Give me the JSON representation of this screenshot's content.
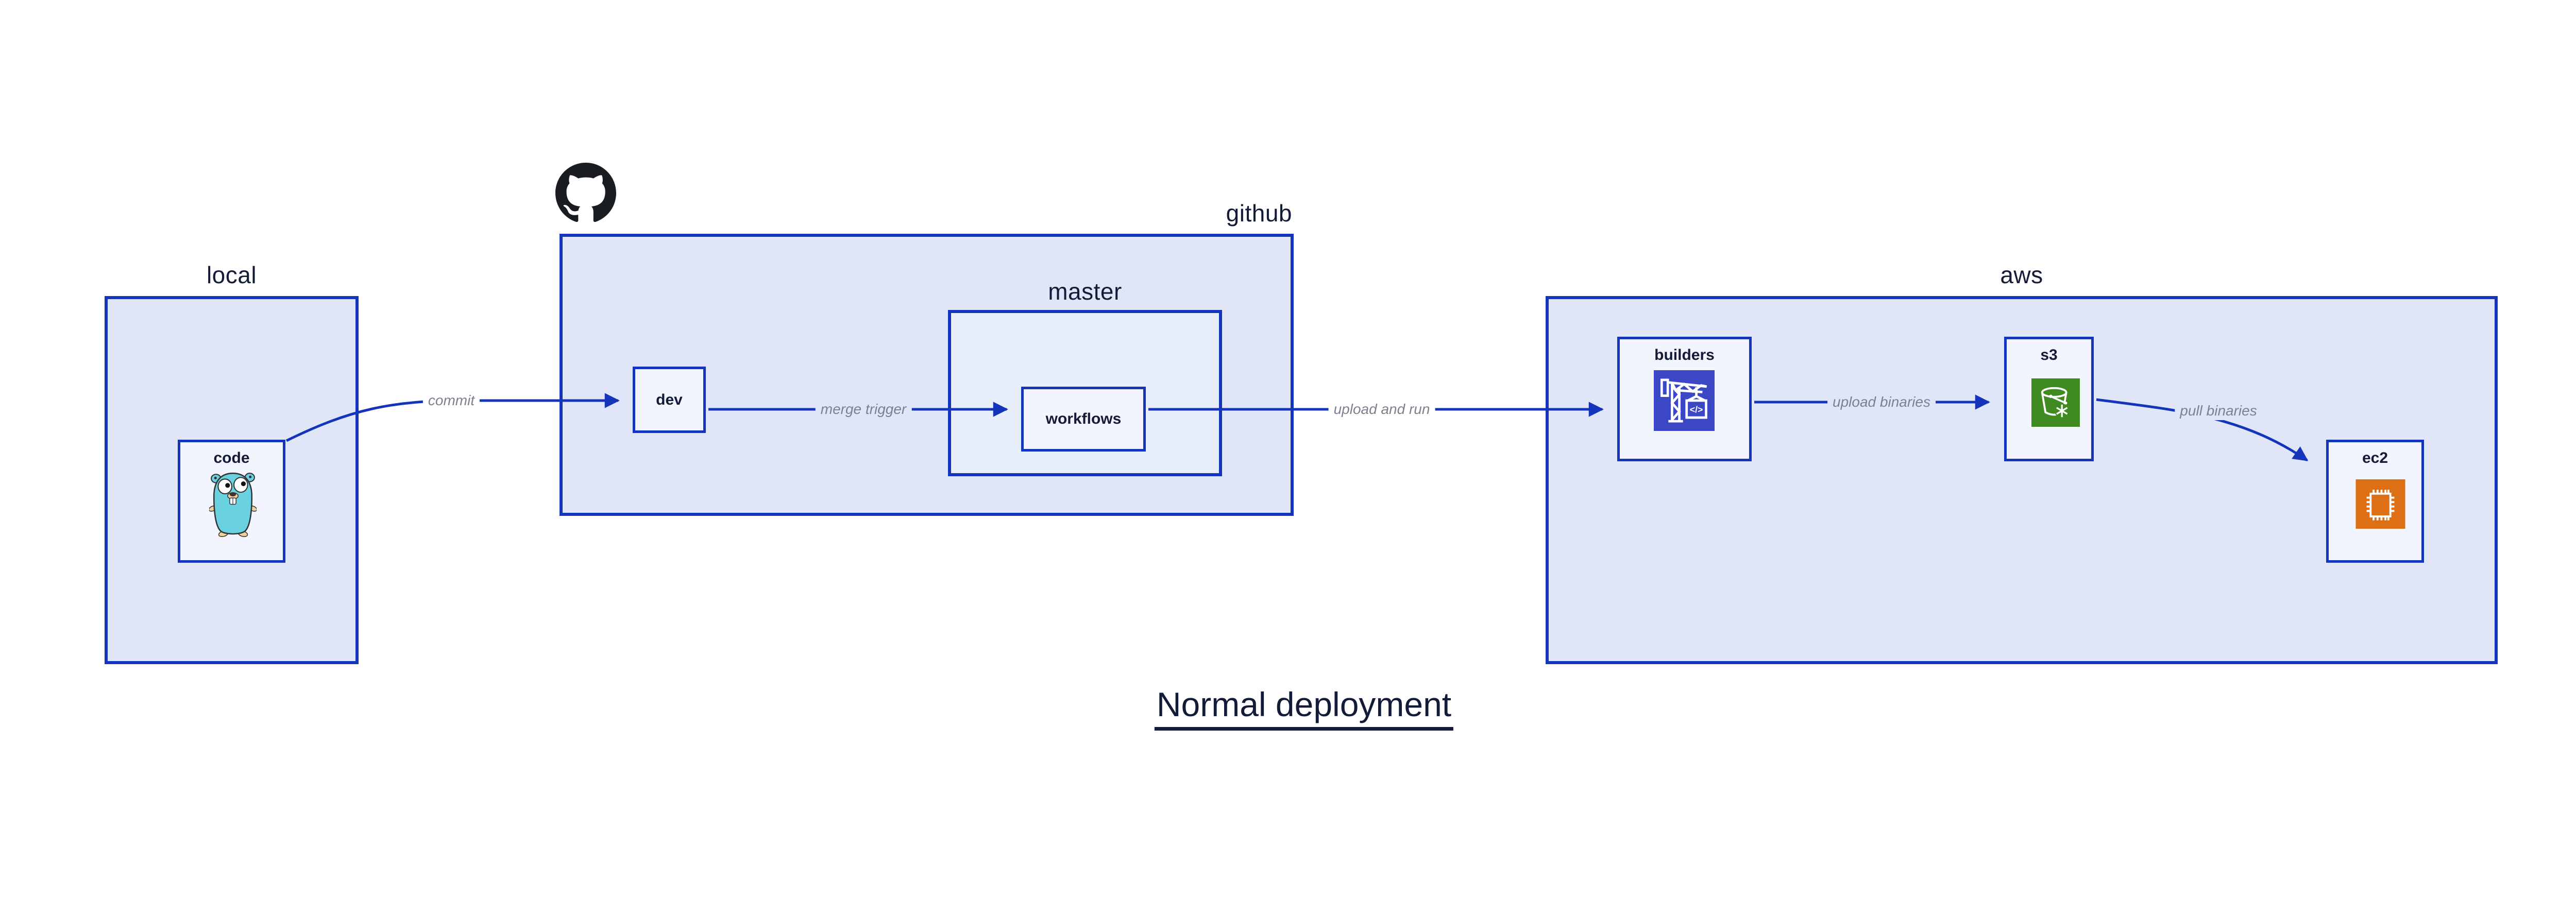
{
  "diagram": {
    "title": "Normal deployment",
    "groups": {
      "local": "local",
      "github": "github",
      "master": "master",
      "aws": "aws"
    },
    "nodes": {
      "code": "code",
      "dev": "dev",
      "workflows": "workflows",
      "builders": "builders",
      "s3": "s3",
      "ec2": "ec2"
    },
    "edges": {
      "commit": "commit",
      "merge_trigger": "merge trigger",
      "upload_and_run": "upload and run",
      "upload_binaries": "upload binaries",
      "pull_binaries": "pull binaries"
    },
    "icons": {
      "github_mark": "github-octocat-icon",
      "code": "go-gopher-icon",
      "builders": "aws-codebuild-icon",
      "builders_glyph": "</>",
      "s3": "aws-s3-bucket-icon",
      "ec2": "aws-ec2-chip-icon"
    },
    "colors": {
      "border_blue": "#1434bb",
      "group_fill": "#e0e6f8",
      "master_fill": "#e9eefb",
      "node_fill": "#f2f5fd",
      "text_navy": "#131b38",
      "edge_label_gray": "#7b818d",
      "codebuild_bg": "#3c47c6",
      "s3_bg": "#3f8b21",
      "ec2_bg": "#dd6f15",
      "gopher_teal": "#6ad1e0",
      "octocat_black": "#191d22"
    }
  }
}
